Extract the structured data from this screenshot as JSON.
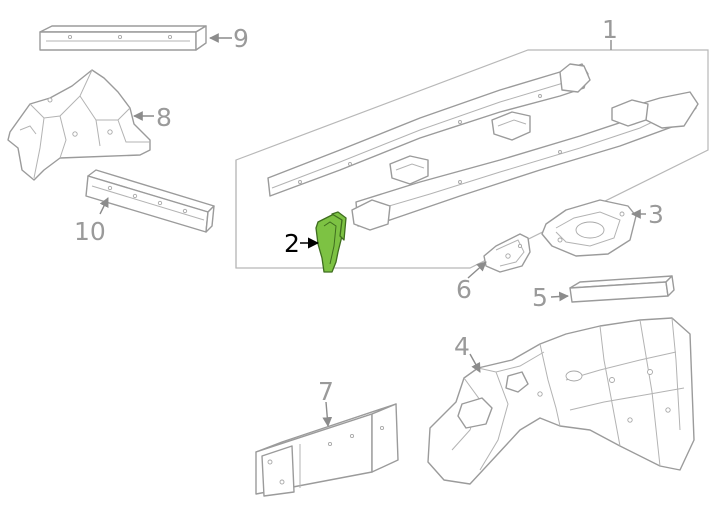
{
  "diagram": {
    "highlight_color": "#7dc243",
    "line_color": "#9b9b9b",
    "callouts": [
      {
        "id": "c1",
        "label": "1"
      },
      {
        "id": "c2",
        "label": "2",
        "highlighted": true
      },
      {
        "id": "c3",
        "label": "3"
      },
      {
        "id": "c4",
        "label": "4"
      },
      {
        "id": "c5",
        "label": "5"
      },
      {
        "id": "c6",
        "label": "6"
      },
      {
        "id": "c7",
        "label": "7"
      },
      {
        "id": "c8",
        "label": "8"
      },
      {
        "id": "c9",
        "label": "9"
      },
      {
        "id": "c10",
        "label": "10"
      }
    ]
  }
}
